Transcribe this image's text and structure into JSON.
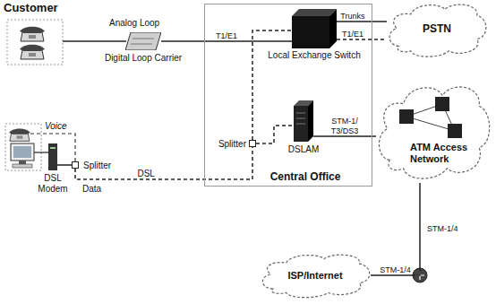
{
  "diagram": {
    "nodes": [
      {
        "text": [
          "Central Office"
        ]
      },
      {
        "text": [
          "Local Exchange Switch"
        ],
        "in": 0
      },
      {
        "text": [
          "Splitter"
        ],
        "in": 0
      },
      {
        "text": [
          "DSLAM"
        ],
        "in": 0
      },
      {
        "text": [
          "Digital Loop Carrier"
        ]
      },
      {
        "text": [
          "PSTN"
        ]
      },
      {
        "text": [
          "Splitter"
        ]
      },
      {
        "text": [
          "DSL Modem"
        ]
      },
      {
        "text": [
          "ATM Access Network"
        ]
      },
      {
        "text": [
          "ISP/Internet"
        ]
      }
    ],
    "edges": [
      {
        "from": 4,
        "to": 1,
        "label": "T1/E1",
        "arrow": "none"
      },
      {
        "from": 1,
        "to": 5,
        "label": "Trunks",
        "arrow": "none"
      },
      {
        "from": 1,
        "to": 5,
        "label": "T1/E1",
        "arrow": "none"
      },
      {
        "from": 7,
        "to": 6,
        "arrow": "none"
      },
      {
        "from": 6,
        "to": 2,
        "label": "DSL",
        "arrow": "none"
      },
      {
        "from": 2,
        "to": 1,
        "arrow": "none"
      },
      {
        "from": 2,
        "to": 3,
        "arrow": "none"
      },
      {
        "from": 3,
        "to": 8,
        "label": "STM-1/ T3/DS3",
        "arrow": "none"
      },
      {
        "from": 8,
        "to": 9,
        "label": "STM-1/4",
        "arrow": "none"
      }
    ],
    "labels": [
      "Customer",
      "Analog Loop",
      "Voice",
      "Data",
      "STM-1/4"
    ]
  }
}
